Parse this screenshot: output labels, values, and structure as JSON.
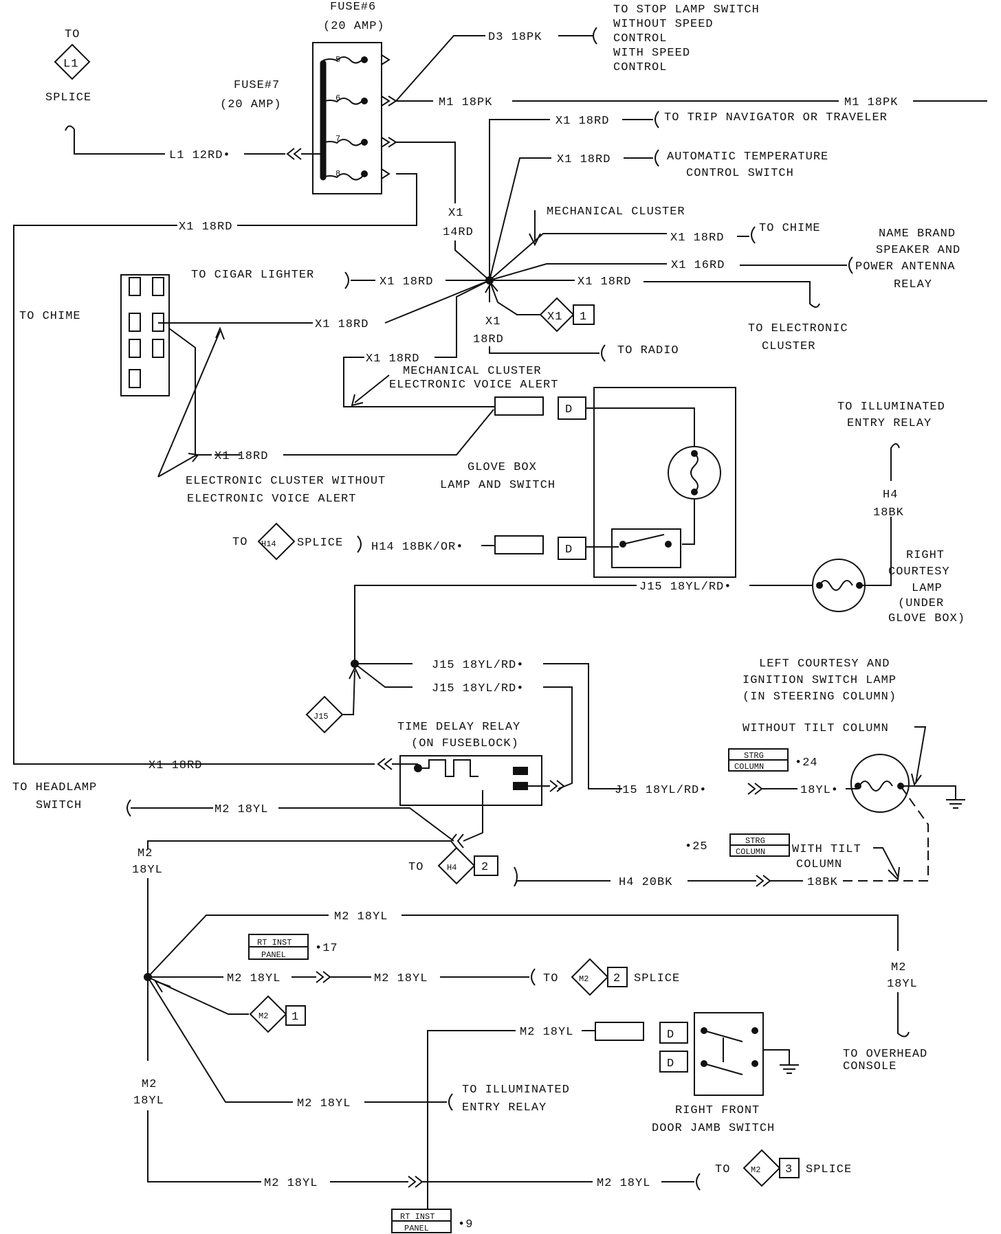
{
  "fuses": {
    "fuse6": {
      "name": "FUSE#6",
      "rating": "(20 AMP)"
    },
    "fuse7": {
      "name": "FUSE#7",
      "rating": "(20 AMP)"
    },
    "terminals": [
      "5",
      "6",
      "7",
      "8"
    ]
  },
  "splice_l1": {
    "to": "TO",
    "id": "L1",
    "label": "SPLICE"
  },
  "wires": {
    "d3": "D3 18PK",
    "m1_a": "M1 18PK",
    "m1_b": "M1 18PK",
    "l1": "L1 12RD•",
    "x1_trip": "X1 18RD",
    "x1_temp": "X1 18RD",
    "x1_main_left": "X1 18RD",
    "x1_14rd_top": "X1",
    "x1_14rd_bot": "14RD",
    "x1_chime": "X1 18RD",
    "x1_16rd": "X1 16RD",
    "x1_cigar": "X1 18RD",
    "x1_elec_cluster": "X1 18RD",
    "x1_chime_conn": "X1 18RD",
    "x1_18rd_top": "X1",
    "x1_18rd_bot": "18RD",
    "x1_voice": "X1 18RD",
    "x1_cluster_no_voice": "X1 18RD",
    "h14": "H14 18BK/OR•",
    "j15_lamp": "J15 18YL/RD•",
    "j15_a": "J15 18YL/RD•",
    "j15_b": "J15 18YL/RD•",
    "x1_bottom": "X1 18RD",
    "m2_headlamp": "M2 18YL",
    "j15_strg": "J15 18YL/RD•",
    "yl_strg": "18YL•",
    "h4_top": "H4",
    "h4_bot": "18BK",
    "h4_20bk": "H4 20BK",
    "bk_18": "18BK",
    "m2_left_top": "M2",
    "m2_left_bot": "18YL",
    "m2_long": "M2 18YL",
    "m2_right_top": "M2",
    "m2_right_bot": "18YL",
    "m2_splice2_a": "M2 18YL",
    "m2_splice2_b": "M2 18YL",
    "m2_door": "M2 18YL",
    "m2_lower_top": "M2",
    "m2_lower_bot": "18YL",
    "m2_illum": "M2 18YL",
    "m2_bottom_a": "M2 18YL",
    "m2_bottom_b": "M2 18YL"
  },
  "destinations": {
    "stop_lamp": [
      "TO STOP LAMP SWITCH",
      "WITHOUT SPEED",
      "CONTROL",
      "WITH SPEED",
      "CONTROL"
    ],
    "trip_nav": "TO TRIP NAVIGATOR OR TRAVELER",
    "temp_control": [
      "AUTOMATIC TEMPERATURE",
      "CONTROL SWITCH"
    ],
    "mech_cluster": "MECHANICAL CLUSTER",
    "to_chime_right": "TO CHIME",
    "speaker": [
      "NAME BRAND",
      "SPEAKER AND",
      "POWER ANTENNA",
      "RELAY"
    ],
    "cigar": "TO CIGAR LIGHTER",
    "to_chime_left": "TO CHIME",
    "elec_cluster": [
      "TO ELECTRONIC",
      "CLUSTER"
    ],
    "radio": "TO RADIO",
    "mech_voice": [
      "MECHANICAL CLUSTER",
      "ELECTRONIC VOICE ALERT"
    ],
    "elec_no_voice": [
      "ELECTRONIC CLUSTER WITHOUT",
      "ELECTRONIC VOICE ALERT"
    ],
    "glove_box": [
      "GLOVE BOX",
      "LAMP AND SWITCH"
    ],
    "illum_entry_top": [
      "TO ILLUMINATED",
      "ENTRY RELAY"
    ],
    "right_courtesy": [
      "RIGHT",
      "COURTESY",
      "LAMP",
      "(UNDER",
      "GLOVE BOX)"
    ],
    "left_courtesy": [
      "LEFT COURTESY AND",
      "IGNITION SWITCH LAMP",
      "(IN STEERING COLUMN)"
    ],
    "without_tilt": "WITHOUT TILT COLUMN",
    "with_tilt": [
      "WITH TILT",
      "COLUMN"
    ],
    "time_delay": [
      "TIME DELAY RELAY",
      "(ON FUSEBLOCK)"
    ],
    "headlamp": [
      "TO HEADLAMP",
      "SWITCH"
    ],
    "overhead": [
      "TO OVERHEAD",
      "CONSOLE"
    ],
    "illum_entry_bottom": [
      "TO ILLUMINATED",
      "ENTRY RELAY"
    ],
    "door_jamb": [
      "RIGHT FRONT",
      "DOOR JAMB SWITCH"
    ]
  },
  "splices": {
    "x1": {
      "id": "X1",
      "num": "1"
    },
    "h14": {
      "to": "TO",
      "id": "H14",
      "label": "SPLICE"
    },
    "j15": {
      "id": "J15"
    },
    "h4": {
      "to": "TO",
      "id": "H4",
      "num": "2"
    },
    "m2_1": {
      "id": "M2",
      "num": "1"
    },
    "m2_2": {
      "to": "TO",
      "id": "M2",
      "num": "2",
      "label": "SPLICE"
    },
    "m2_3": {
      "to": "TO",
      "id": "M2",
      "num": "3",
      "label": "SPLICE"
    }
  },
  "connector_tags": {
    "strg24": {
      "line1": "STRG",
      "line2": "COLUMN",
      "ref": "•24"
    },
    "strg25": {
      "line1": "STRG",
      "line2": "COLUMN",
      "ref": "•25"
    },
    "rtinst17": {
      "line1": "RT INST",
      "line2": "PANEL",
      "ref": "•17"
    },
    "rtinst9": {
      "line1": "RT INST",
      "line2": "PANEL",
      "ref": "•9"
    }
  },
  "terminal_letter": "D"
}
